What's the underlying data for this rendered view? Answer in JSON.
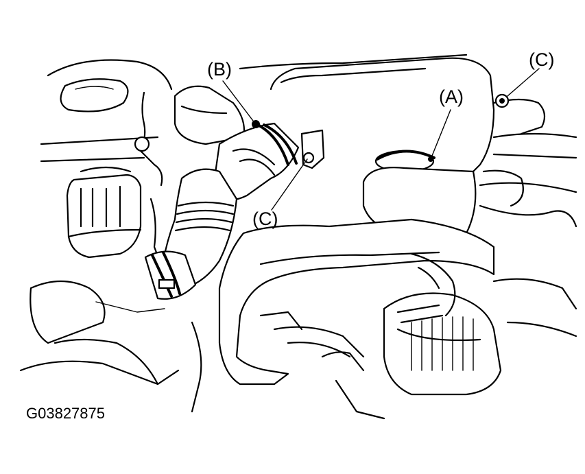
{
  "callouts": {
    "a": "(A)",
    "b": "(B)",
    "c_top": "(C)",
    "c_middle": "(C)"
  },
  "figure_id": "G03827875",
  "colors": {
    "line": "#000000",
    "background": "#ffffff"
  }
}
